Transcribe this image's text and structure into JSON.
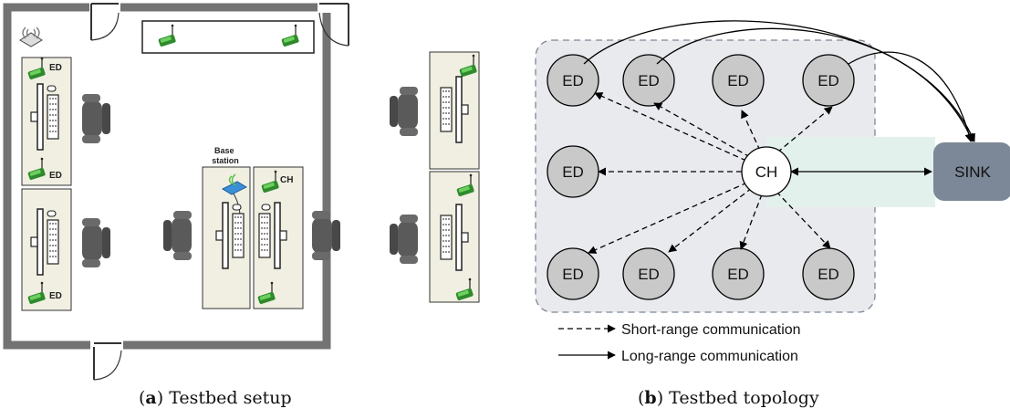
{
  "setup": {
    "base_station_label": "Base\nstation",
    "ch_label": "CH",
    "ed_label": "ED",
    "ed_positions_labeled": 3
  },
  "topology": {
    "nodes": {
      "ed": "ED",
      "ch": "CH",
      "sink": "SINK"
    },
    "legend": {
      "short": "Short-range communication",
      "long": "Long-range communication"
    }
  },
  "captions": {
    "a_letter": "a",
    "a_text": " Testbed setup",
    "b_letter": "b",
    "b_text": " Testbed topology"
  },
  "colors": {
    "node_fill": "#c9c9c9",
    "cluster_bg": "#e9eaee",
    "sink_fill": "#7c8797",
    "link_band": "#e3f1ec",
    "desk": "#f0efe2",
    "wall": "#737373",
    "mote_green": "#39a035"
  }
}
